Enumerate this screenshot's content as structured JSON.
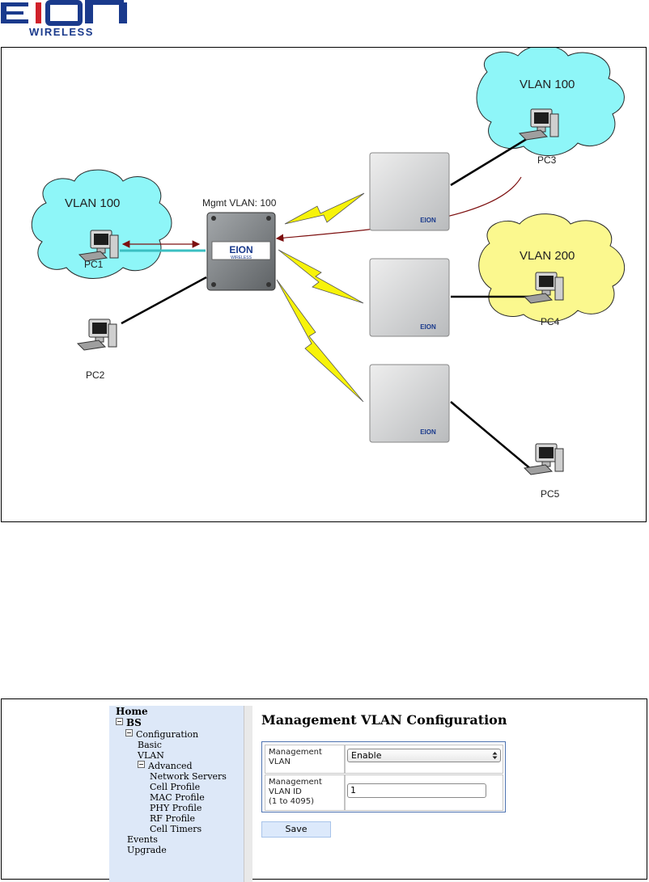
{
  "logo": {
    "brand": "EION",
    "tagline": "WIRELESS"
  },
  "diagram": {
    "mgmt_label": "Mgmt VLAN: 100",
    "clouds": [
      {
        "label": "VLAN 100",
        "color": "#8ef6f8"
      },
      {
        "label": "VLAN 100",
        "color": "#8ef6f8"
      },
      {
        "label": "VLAN 200",
        "color": "#fbf88e"
      }
    ],
    "pcs": [
      "PC1",
      "PC2",
      "PC3",
      "PC4",
      "PC5"
    ],
    "device_badge": {
      "brand": "EION",
      "tagline": "WIRELESS"
    },
    "arrow_color": "#7d1010",
    "bolt_color": "#f7f30b"
  },
  "sidebar": {
    "home": "Home",
    "bs": "BS",
    "configuration": "Configuration",
    "basic": "Basic",
    "vlan": "VLAN",
    "advanced": "Advanced",
    "advanced_items": [
      "Network Servers",
      "Cell Profile",
      "MAC Profile",
      "PHY Profile",
      "RF Profile",
      "Cell Timers"
    ],
    "events": "Events",
    "upgrade": "Upgrade"
  },
  "main": {
    "title": "Management VLAN Configuration",
    "rows": [
      {
        "label_line1": "Management",
        "label_line2": "VLAN",
        "value": "Enable"
      },
      {
        "label_line1": "Management",
        "label_line2": "VLAN ID",
        "label_line3": "(1 to 4095)",
        "value": "1"
      }
    ],
    "save_label": "Save"
  },
  "colors": {
    "sidebar_bg": "#dde8f8",
    "table_border": "#4d72b0",
    "button_bg": "#dce9fb"
  }
}
